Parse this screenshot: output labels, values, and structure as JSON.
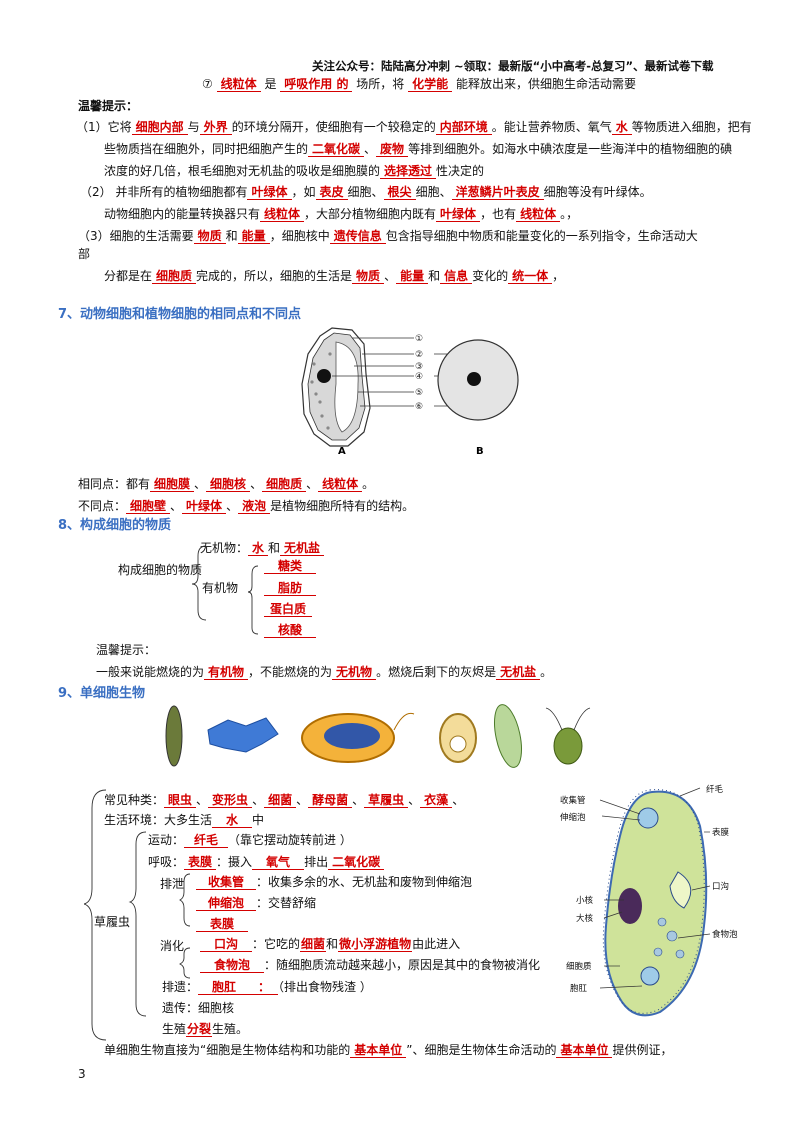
{
  "header": "关注公众号：陆陆高分冲刺  ~领取：最新版“小中高考-总复习”、最新试卷下载",
  "line7": {
    "num": "⑦",
    "a1": "线粒体",
    "t1": "是",
    "a2": "呼吸作用 的",
    "t2": "场所，将",
    "a3": "化学能",
    "t3": "能释放出来，供细胞生命活动需要"
  },
  "tips1": {
    "title": "温馨提示：",
    "p1": {
      "n": "（1）它将",
      "a1": "细胞内部",
      "t1": "与",
      "a2": "外界",
      "t2": "的环境分隔开，使细胞有一个较稳定的",
      "a3": "内部环境",
      "t3": "。能让营养物质、氧气",
      "a4": "水",
      "t4": "等物质进入细胞，把有"
    },
    "p1b": {
      "t1": "些物质挡在细胞外，同时把细胞产生的",
      "a1": "二氧化碳",
      "t2": "、",
      "a2": "废物",
      "t3": "等排到细胞外。如海水中碘浓度是一些海洋中的植物细胞的碘"
    },
    "p1c": {
      "t1": "浓度的好几倍，根毛细胞对无机盐的吸收是细胞膜的",
      "a1": "选择透过",
      "t2": "性决定的"
    },
    "p2": {
      "n": "（2）",
      "t1": "并非所有的植物细胞都有",
      "a1": "叶绿体",
      "t2": "，如",
      "a2": "表皮",
      "t3": "细胞、",
      "a3": "根尖",
      "t4": "细胞、",
      "a4": "洋葱鳞片叶表皮",
      "t5": "细胞等没有叶绿体。"
    },
    "p2b": {
      "t1": "动物细胞内的能量转换器只有",
      "a1": "线粒体",
      "t2": "，大部分植物细胞内既有",
      "a2": "叶绿体",
      "t3": "，也有",
      "a3": "线粒体",
      "t4": "。，"
    },
    "p3": {
      "n": "（3）细胞的生活需要",
      "a1": "物质",
      "t1": "和",
      "a2": "能量",
      "t2": "，细胞核中",
      "a3": "遗传信息",
      "t3": "包含指导细胞中物质和能量变化的一系列指令，生命活动大"
    },
    "p3b": "部",
    "p3c": {
      "t1": "分都是在",
      "a1": "细胞质",
      "t2": "完成的，所以，细胞的生活是",
      "a2": "物质",
      "t3": "、",
      "a3": "能量",
      "t4": "和",
      "a4": "信息",
      "t5": "变化的",
      "a5": "统一体",
      "t6": "，"
    }
  },
  "sec7": {
    "title": "7、动物细胞和植物细胞的相同点和不同点",
    "fig_a": "A",
    "fig_b": "B",
    "labels": [
      "①",
      "②",
      "③",
      "④",
      "⑤",
      "⑥"
    ],
    "same": {
      "t": "相同点：都有",
      "a1": "细胞膜",
      "a2": "细胞核",
      "a3": "细胞质",
      "a4": "线粒体",
      "sep": "、",
      "end": "。"
    },
    "diff": {
      "t": "不同点：",
      "a1": "细胞壁",
      "a2": "叶绿体",
      "a3": "液泡",
      "sep": "、",
      "end": "是植物细胞所特有的结构。"
    }
  },
  "sec8": {
    "title": "8、构成细胞的物质",
    "root": "构成细胞的物质",
    "inorganic": {
      "t": "无机物：",
      "a1": "水",
      "t2": "和",
      "a2": "无机盐"
    },
    "organic": "有机物",
    "organic_items": [
      "糖类",
      "脂肪",
      "蛋白质",
      "核酸"
    ],
    "tip_title": "温馨提示：",
    "tip": {
      "t1": "一般来说能燃烧的为",
      "a1": "有机物",
      "t2": "，不能燃烧的为",
      "a2": "无机物",
      "t3": "。燃烧后剩下的灰烬是",
      "a3": "无机盐",
      "t4": "。"
    }
  },
  "sec9": {
    "title": "9、单细胞生物",
    "common": {
      "t": "常见种类：",
      "items": [
        "眼虫",
        "变形虫",
        "细菌",
        "酵母菌",
        "草履虫",
        "衣藻"
      ],
      "sep": "、"
    },
    "env": {
      "t": "生活环境：大多生活",
      "a1": "水",
      "t2": "中"
    },
    "root": "草履虫",
    "move": {
      "t": "运动：",
      "a1": "纤毛",
      "t2": "（靠它摆动旋转前进 ）"
    },
    "breath": {
      "t": "呼吸：",
      "a1": "表膜",
      "t2": "：摄入",
      "a2": "氧气",
      "t3": "排出",
      "a3": "二氧化碳"
    },
    "excrete": "排泄",
    "ex1": {
      "a1": "收集管",
      "t": "：收集多余的水、无机盐和废物到伸缩泡"
    },
    "ex2": {
      "a1": "伸缩泡",
      "t": "：交替舒缩"
    },
    "ex3": {
      "a1": "表膜"
    },
    "digest": "消化",
    "dg1": {
      "a1": "口沟",
      "t1": "：它吃的",
      "a2": "细菌",
      "t2": "和",
      "a3": "微小浮游植物",
      "t3": "由此进入"
    },
    "dg2": {
      "a1": "食物泡",
      "t": "：随细胞质流动越来越小，原因是其中的食物被消化"
    },
    "egest": {
      "t": "排遗：",
      "a1": "胞肛",
      "a2": "：",
      "t2": "（排出食物残渣 ）"
    },
    "heredity": "遗传：细胞核",
    "repro": {
      "t": "生殖",
      "a1": "分裂",
      "t2": "生殖。"
    },
    "last": {
      "t1": "单细胞生物直接为“细胞是生物体结构和功能的",
      "a1": "基本单位",
      "t2": "”、细胞是生物体生命活动的",
      "a2": "基本单位",
      "t3": "提供例证，"
    },
    "diagram_labels": {
      "cilia": "纤毛",
      "collect": "收集管",
      "contract": "伸缩泡",
      "pellicle": "表膜",
      "groove": "口沟",
      "small": "小核",
      "big": "大核",
      "food": "食物泡",
      "cyto": "细胞质",
      "anus": "胞肛"
    }
  },
  "page_number": "3"
}
